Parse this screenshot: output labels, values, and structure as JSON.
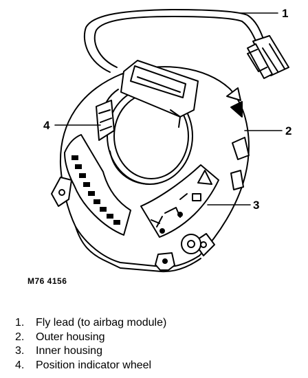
{
  "diagram": {
    "figure_code": "M76 4156",
    "callouts": [
      {
        "id": "1",
        "label": "1"
      },
      {
        "id": "2",
        "label": "2"
      },
      {
        "id": "3",
        "label": "3"
      },
      {
        "id": "4",
        "label": "4"
      }
    ]
  },
  "legend": {
    "items": [
      {
        "num": "1.",
        "text": "Fly lead (to airbag module)"
      },
      {
        "num": "2.",
        "text": "Outer housing"
      },
      {
        "num": "3.",
        "text": "Inner housing"
      },
      {
        "num": "4.",
        "text": "Position indicator wheel"
      }
    ]
  }
}
